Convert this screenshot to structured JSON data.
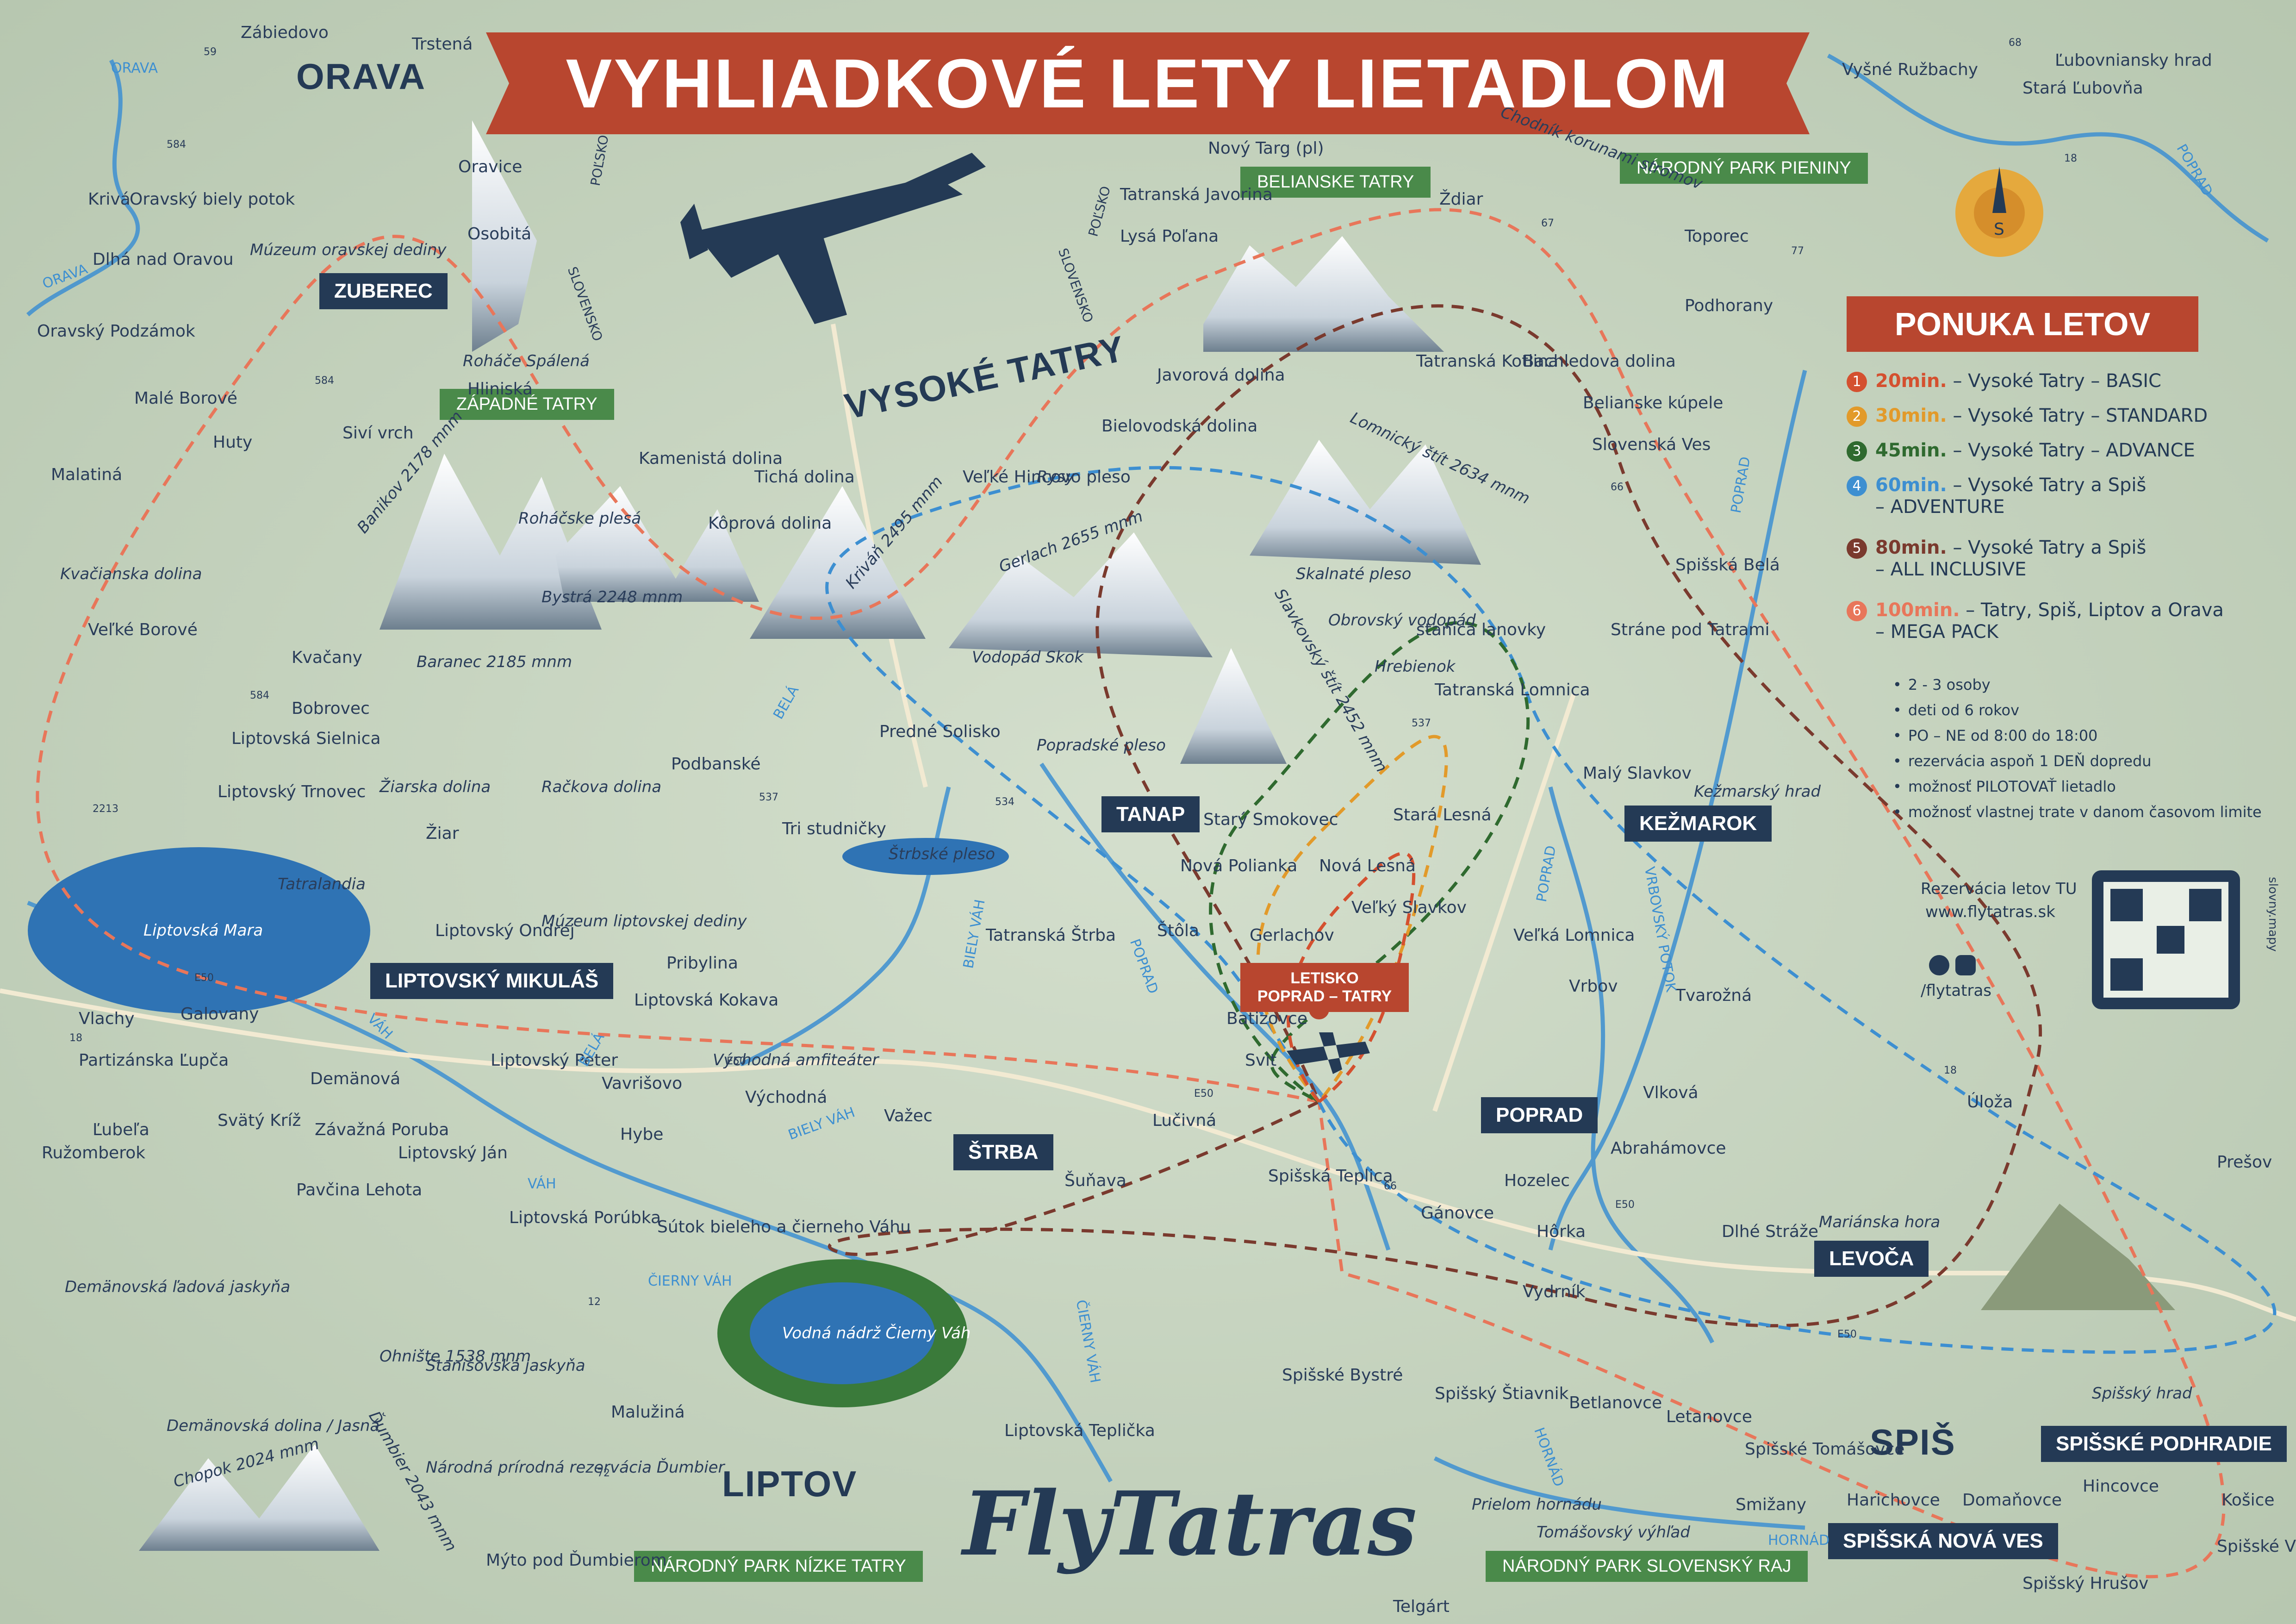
{
  "title": "VYHLIADKOVÉ LETY LIETADLOM",
  "brand": "FlyTatras",
  "colors": {
    "background": "#c9d6c3",
    "banner": "#b8462f",
    "navy": "#243a55",
    "park_green": "#4a8a4a",
    "route_1": "#d4502f",
    "route_2": "#e29a2a",
    "route_3": "#2f6a2f",
    "route_4": "#3d8fd1",
    "route_5": "#7a3a2e",
    "route_6": "#e8765a"
  },
  "regions": [
    "ORAVA",
    "VYSOKÉ TATRY",
    "LIPTOV",
    "SPIŠ"
  ],
  "town_labels": [
    "ZUBEREC",
    "LIPTOVSKÝ MIKULÁŠ",
    "ŠTRBA",
    "TANAP",
    "POPRAD",
    "KEŽMAROK",
    "LEVOČA",
    "SPIŠSKÉ PODHRADIE",
    "SPIŠSKÁ NOVÁ VES"
  ],
  "parks": [
    "ZÁPADNÉ TATRY",
    "BELIANSKE TATRY",
    "NÁRODNÝ PARK PIENINY",
    "NÁRODNÝ PARK NÍZKE TATRY",
    "NÁRODNÝ PARK SLOVENSKÝ RAJ"
  ],
  "airport": "LETISKO POPRAD – TATRY",
  "pois": [
    "Múzeum oravskej dediny",
    "Roháče Spálená",
    "Banikov 2178 mnm",
    "Roháčske plesá",
    "Bystrá 2248 mnm",
    "Baranec 2185 mnm",
    "Kriváň 2495 mnm",
    "Gerlach 2655 mnm",
    "Rysy",
    "Štrbské pleso",
    "Popradské pleso",
    "Skalnaté pleso",
    "Lomnický štít 2634 mnm",
    "Slavkovský štít 2452 mnm",
    "Kežmarský hrad",
    "Mariánska hora",
    "Spišský hrad",
    "Liptovská Mara",
    "Tatralandia",
    "Žiarska dolina",
    "Račkova dolina",
    "Múzeum liptovskej dediny",
    "Východná amfiteáter",
    "Vodná nádrž Čierny Váh",
    "Demänovská ľadová jaskyňa",
    "Ohnište 1538 mnm",
    "Demänovská dolina / Jasná",
    "Chopok 2024 mnm",
    "Ďumbier 2043 mnm",
    "Prielom hornádu",
    "Tomášovský výhľad",
    "Chodník korunami stromov",
    "Kvačianska dolina",
    "Vodopád Skok",
    "Obrovský vodopád",
    "Hrebienok",
    "Stanišovská jaskyňa",
    "Národná prírodná rezervácia Ďumbier"
  ],
  "towns": [
    "Zábiedovo",
    "Trstená",
    "Oravice",
    "Osobitá",
    "Krivá",
    "Oravský biely potok",
    "Dlhá nad Oravou",
    "Oravský Podzámok",
    "Malé Borové",
    "Huty",
    "Malatiná",
    "Veľké Borové",
    "Kvačany",
    "Bobrovec",
    "Liptovská Sielnica",
    "Liptovský Trnovec",
    "Žiar",
    "Liptovský Ondrej",
    "Pribylina",
    "Liptovská Kokava",
    "Podbanské",
    "Tri studničky",
    "Liptovský Peter",
    "Vlachy",
    "Galovany",
    "Partizánska Ľupča",
    "Ľubeľa",
    "Demänová",
    "Vavrišovo",
    "Svätý Kríž",
    "Ružomberok",
    "Závažná Poruba",
    "Liptovský Ján",
    "Pavčina Lehota",
    "Liptovská Porúbka",
    "Hybe",
    "Východná",
    "Važec",
    "Šuňava",
    "Lučivná",
    "Tatranská Štrba",
    "Štôla",
    "Gerlachov",
    "Batizovce",
    "Svit",
    "Nová Polianka",
    "Nová Lesná",
    "Veľký Slavkov",
    "Starý Smokovec",
    "Stará Lesná",
    "Tatranská Lomnica",
    "Tatranská Kotlina",
    "Ždiar",
    "Tatranská Javorina",
    "Lysá Poľana",
    "Javorová dolina",
    "Bielovodská dolina",
    "Tichá dolina",
    "Kôprová dolina",
    "Kamenistá dolina",
    "Nový Targ (pl)",
    "Bachledova dolina",
    "Toporec",
    "Podhorany",
    "Belianske kúpele",
    "Slovenská Ves",
    "Spišská Belá",
    "Stráne pod Tatrami",
    "Malý Slavkov",
    "Veľká Lomnica",
    "Vrbov",
    "Tvarožná",
    "Vlková",
    "Abrahámovce",
    "Úloža",
    "Prešov",
    "Hozelec",
    "Gánovce",
    "Hôrka",
    "Spišská Teplica",
    "Vydrník",
    "Dlhé Stráže",
    "Spišské Bystré",
    "Spišský Štiavnik",
    "Betlanovce",
    "Letanovce",
    "Spišské Tomášovce",
    "Smižany",
    "Harichovce",
    "Domaňovce",
    "Hincovce",
    "Košice",
    "Spišské Vlachy",
    "Spišský Hrušov",
    "Telgárt",
    "Mýto pod Ďumbierom",
    "Malužiná",
    "Liptovská Teplička",
    "Vyšné Ružbachy",
    "Ľubovniansky hrad",
    "Stará Ľubovňa",
    "Sútok bieleho a čierneho Váhu",
    "Siví vrch",
    "Hliniská",
    "Veľké Hincovo pleso",
    "Predné Solisko",
    "stanica lanovky"
  ],
  "borders": [
    "POĽSKO",
    "SLOVENSKO",
    "POĽSKO",
    "SLOVENSKO"
  ],
  "rivers": [
    "ORAVA",
    "ORAVA",
    "VÁH",
    "VÁH",
    "BIELY VÁH",
    "BIELY VÁH",
    "ČIERNY VÁH",
    "ČIERNY VÁH",
    "BELÁ",
    "BELÁ",
    "POPRAD",
    "POPRAD",
    "POPRAD",
    "POPRAD",
    "HORNÁD",
    "HORNÁD",
    "VRBOVSKÝ POTOK"
  ],
  "offer_panel": {
    "title": "PONUKA LETOV",
    "flights": [
      {
        "n": "1",
        "mins": "20min.",
        "desc": " – Vysoké Tatry – BASIC",
        "desc2": ""
      },
      {
        "n": "2",
        "mins": "30min.",
        "desc": " – Vysoké Tatry – STANDARD",
        "desc2": ""
      },
      {
        "n": "3",
        "mins": "45min.",
        "desc": " – Vysoké Tatry – ADVANCE",
        "desc2": ""
      },
      {
        "n": "4",
        "mins": "60min.",
        "desc": " – Vysoké Tatry a Spiš",
        "desc2": "– ADVENTURE"
      },
      {
        "n": "5",
        "mins": "80min.",
        "desc": " – Vysoké Tatry a Spiš",
        "desc2": "– ALL INCLUSIVE"
      },
      {
        "n": "6",
        "mins": "100min.",
        "desc": " – Tatry, Spiš, Liptov a Orava",
        "desc2": "– MEGA PACK"
      }
    ],
    "bullets": [
      "2 - 3 osoby",
      "deti od 6 rokov",
      "PO – NE od 8:00 do 18:00",
      "rezervácia aspoň 1 DEŇ dopredu",
      "možnosť PILOTOVAŤ lietadlo",
      "možnosť vlastnej trate v danom časovom limite"
    ],
    "reservation_line1": "Rezervácia letov TU",
    "reservation_line2": "www.flytatras.sk",
    "social": "/flytatras",
    "credit": "slovny.mapy"
  },
  "compass": "S",
  "road_numbers": [
    "59",
    "584",
    "584",
    "584",
    "18",
    "18",
    "18",
    "537",
    "537",
    "66",
    "67",
    "77",
    "68",
    "E50",
    "E50",
    "E50",
    "E50",
    "E50",
    "12",
    "72",
    "66",
    "534",
    "2213"
  ]
}
